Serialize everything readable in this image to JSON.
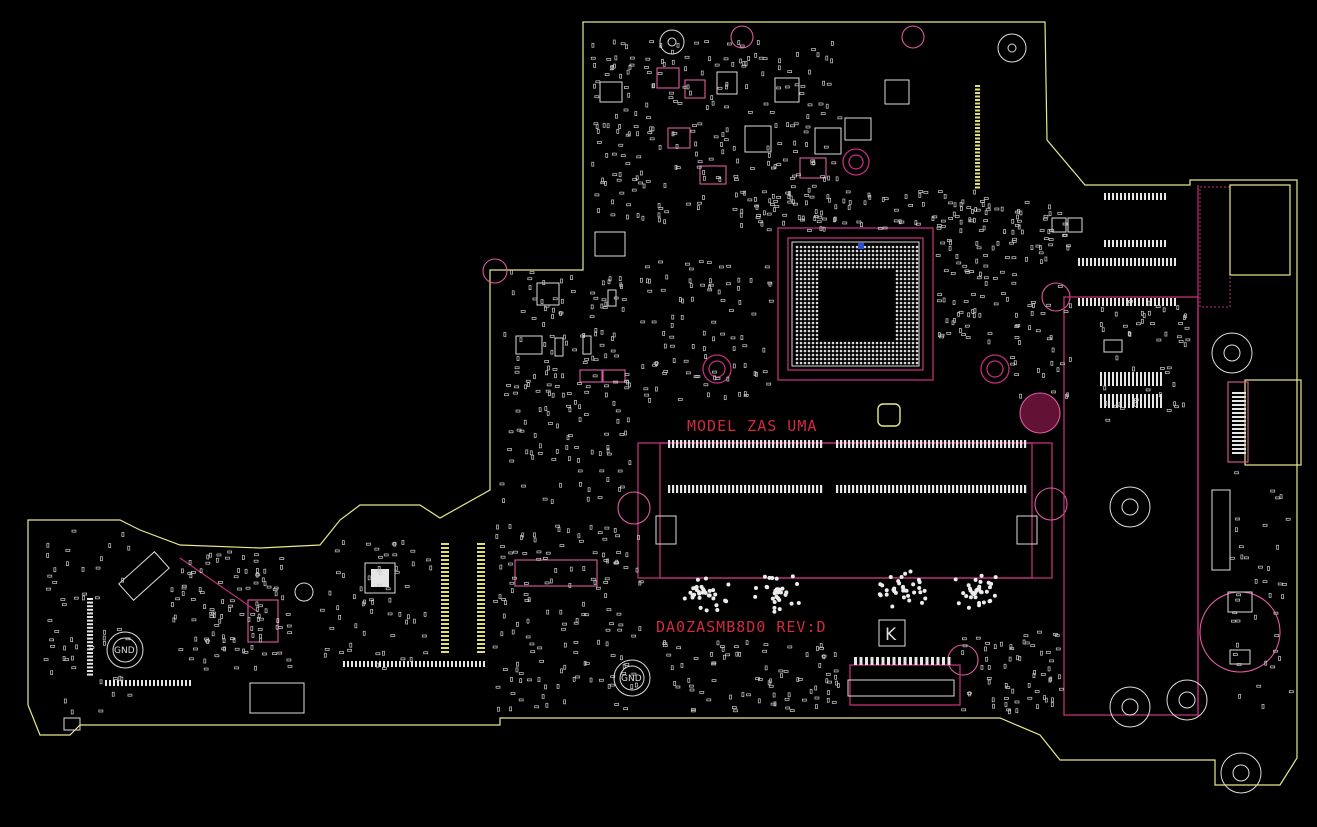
{
  "board": {
    "model_label": "MODEL ZAS UMA",
    "part_label": "DA0ZASMB8D0 REV:D",
    "mark_letter": "K",
    "gnd_label": "GND"
  },
  "colors": {
    "background": "#000000",
    "outline": "#e8e88a",
    "component": "#dcdcdc",
    "silk_magenta": "#c0307a",
    "text_red": "#d22a3c"
  }
}
